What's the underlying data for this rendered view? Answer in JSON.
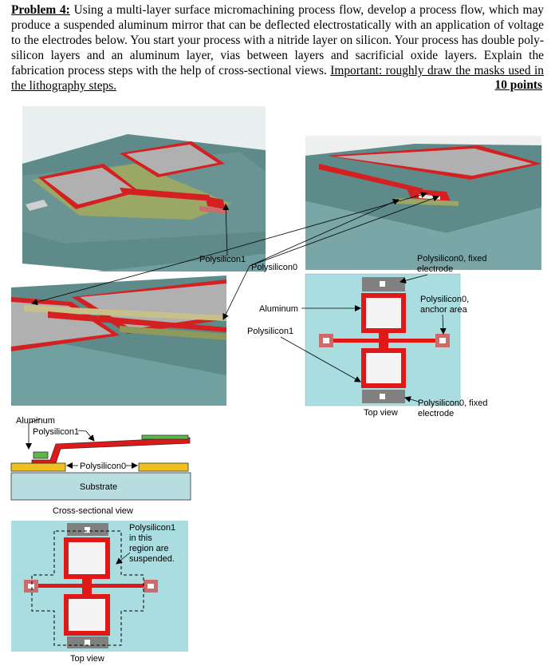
{
  "problem": {
    "label": "Problem 4:",
    "text": "Using a multi-layer surface micromachining process flow, develop a process flow, which may produce a suspended aluminum mirror that can be deflected electrostatically with an application of voltage to the electrodes below. You start your process with a nitride layer on silicon. Your process has double poly-silicon layers and an aluminum layer, vias between layers and sacrificial oxide layers. Explain the fabrication process steps with the help of cross-sectional views.",
    "important": "Important: roughly draw the masks used in the lithography steps.",
    "points": "10 points"
  },
  "labels": {
    "polysilicon1": "Polysilicon1",
    "polysilicon0": "Polysilicon0",
    "aluminum": "Aluminum",
    "poly0_fixed_1": "Polysilicon0, fixed",
    "poly0_fixed_2": "electrode",
    "poly0_anchor_1": "Polysilicon0,",
    "poly0_anchor_2": "anchor area",
    "top_view": "Top view",
    "cs_aluminum": "Aluminum",
    "cs_polysilicon1": "Polysilicon1",
    "cs_polysilicon0": "Polysilicon0",
    "substrate": "Substrate",
    "cross_sectional_view": "Cross-sectional view",
    "suspended_1": "Polysilicon1",
    "suspended_2": "in this",
    "suspended_3": "region are",
    "suspended_4": "suspended.",
    "top_view_2": "Top view"
  },
  "colors": {
    "substrate_3d": "#5e8a8a",
    "mirror": "#a8a8a8",
    "poly_red": "#e01818",
    "olive": "#8e9a5a",
    "topview_bg": "#a9dde0",
    "yellow": "#f0c020",
    "green": "#59b847"
  }
}
